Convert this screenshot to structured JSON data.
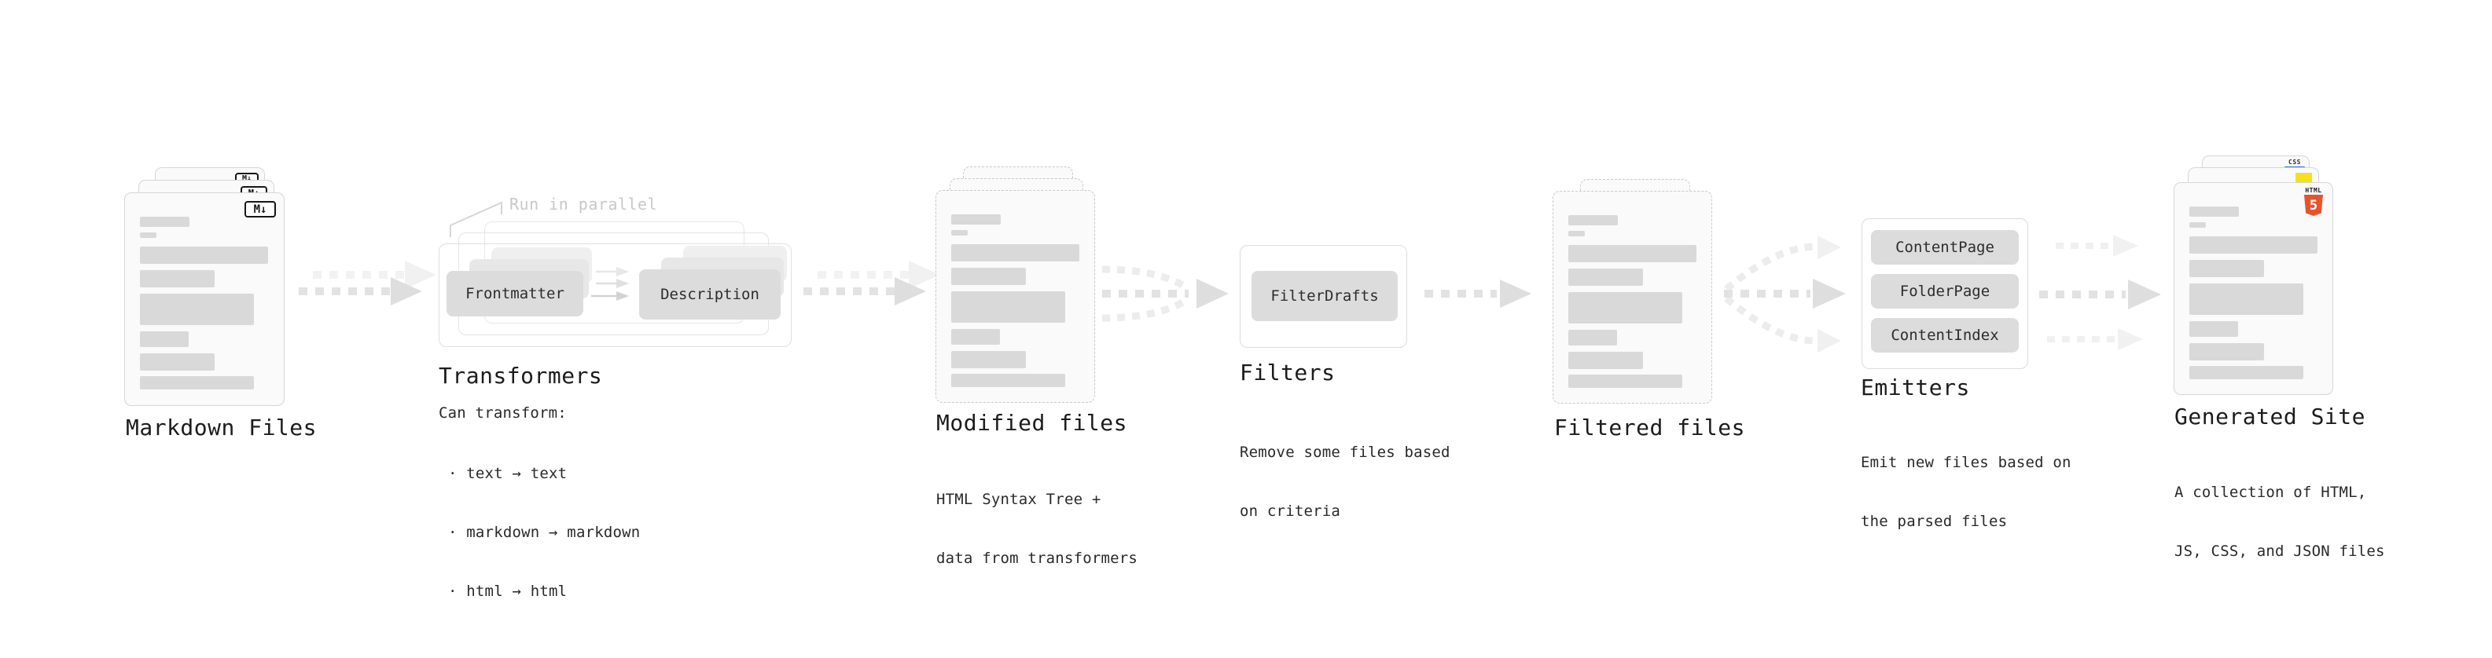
{
  "stages": {
    "markdown": {
      "title": "Markdown Files",
      "badge": "M↓"
    },
    "transformers": {
      "title": "Transformers",
      "note": "Run in parallel",
      "step1": "Frontmatter",
      "step2": "Description",
      "desc": "Can transform:",
      "bullets": [
        "· text → text",
        "· markdown → markdown",
        "· html → html"
      ]
    },
    "modified": {
      "title": "Modified files",
      "desc": [
        "HTML Syntax Tree +",
        "data from transformers"
      ]
    },
    "filters": {
      "title": "Filters",
      "step1": "FilterDrafts",
      "desc": [
        "Remove some files based",
        "on criteria"
      ]
    },
    "filtered": {
      "title": "Filtered files"
    },
    "emitters": {
      "title": "Emitters",
      "step1": "ContentPage",
      "step2": "FolderPage",
      "step3": "ContentIndex",
      "desc": [
        "Emit new files based on",
        "the parsed files"
      ]
    },
    "generated": {
      "title": "Generated Site",
      "desc": [
        "A collection of HTML,",
        "JS, CSS, and JSON files"
      ],
      "css_badge": "CSS",
      "html_badge": {
        "label": "HTML",
        "number": "5"
      }
    }
  },
  "colors": {
    "html5_orange": "#e8532c",
    "js_yellow": "#f6df1d",
    "css_blue": "#2d6cf0",
    "note_gray": "#c8c8c8",
    "arrow_gray": "#e2e2e2",
    "chip_gray": "#dcdcdc"
  }
}
